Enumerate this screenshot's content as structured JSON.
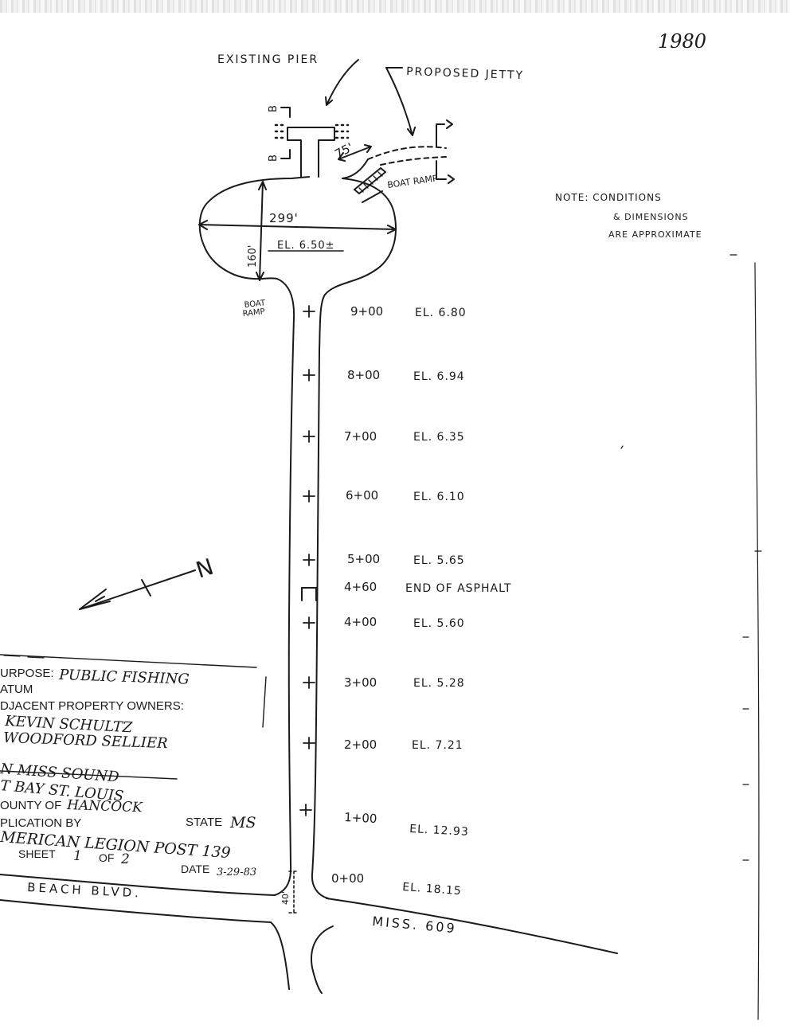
{
  "year": "1980",
  "labels": {
    "existing_pier": "EXISTING PIER",
    "proposed_jetty": "PROPOSED JETTY",
    "dim_75": "75'",
    "boat_ramp_top": "BOAT RAMP",
    "boat_ramp_side_line1": "BOAT",
    "boat_ramp_side_line2": "RAMP",
    "dim_299": "299'",
    "dim_160": "160'",
    "turnaround_elevation": "EL. 6.50±",
    "section_mark": "B",
    "dim_40": "40'",
    "beach_blvd": "BEACH BLVD.",
    "miss_609": "MISS. 609",
    "north_arrow": "N"
  },
  "note": {
    "line1": "NOTE: CONDITIONS",
    "line2": "& DIMENSIONS",
    "line3": "ARE APPROXIMATE"
  },
  "stations": [
    {
      "station": "9+00",
      "elevation": "EL. 6.80"
    },
    {
      "station": "8+00",
      "elevation": "EL. 6.94"
    },
    {
      "station": "7+00",
      "elevation": "EL. 6.35"
    },
    {
      "station": "6+00",
      "elevation": "EL. 6.10"
    },
    {
      "station": "5+00",
      "elevation": "EL. 5.65"
    },
    {
      "station": "4+60",
      "elevation": "END OF ASPHALT"
    },
    {
      "station": "4+00",
      "elevation": "EL. 5.60"
    },
    {
      "station": "3+00",
      "elevation": "EL. 5.28"
    },
    {
      "station": "2+00",
      "elevation": "EL. 7.21"
    },
    {
      "station": "1+00",
      "elevation": "EL. 12.93"
    },
    {
      "station": "0+00",
      "elevation": "EL. 18.15"
    }
  ],
  "title_block": {
    "purpose_label": "URPOSE:",
    "purpose_value": "PUBLIC FISHING",
    "datum_label": "ATUM",
    "adjacent_label": "DJACENT PROPERTY OWNERS:",
    "owner_1": "KEVIN SCHULTZ",
    "owner_2": "WOODFORD SELLIER",
    "waterway": "N MISS SOUND",
    "location": "T BAY ST. LOUIS",
    "county_label": "OUNTY OF",
    "county_value": "HANCOCK",
    "state_label": "STATE",
    "state_value": "MS",
    "application_label": "PLICATION BY",
    "applicant": "MERICAN LEGION POST 139",
    "sheet_label": "SHEET",
    "sheet_number": "1",
    "sheet_of_label": "OF",
    "sheet_total": "2",
    "date_label": "DATE",
    "date_value": "3-29-83"
  }
}
